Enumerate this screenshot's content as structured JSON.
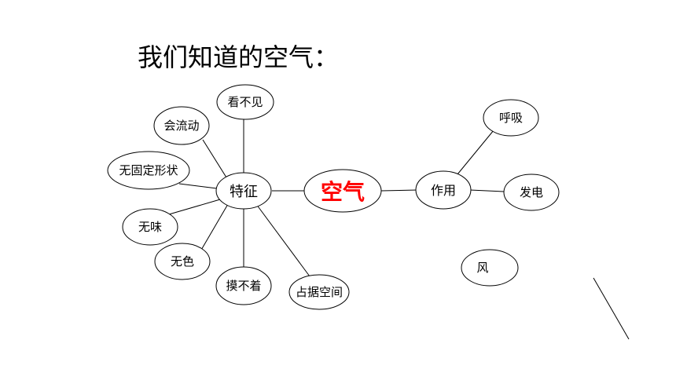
{
  "title": "我们知道的空气：",
  "colors": {
    "center_text": "#ff0000",
    "text": "#000000",
    "stroke": "#000000"
  },
  "center": "空气",
  "branches": {
    "features": {
      "label": "特征",
      "items": [
        "看不见",
        "会流动",
        "无固定形状",
        "无味",
        "无色",
        "摸不着",
        "占据空间"
      ]
    },
    "uses": {
      "label": "作用",
      "items": [
        "呼吸",
        "发电"
      ]
    }
  },
  "extra": [
    "风"
  ]
}
